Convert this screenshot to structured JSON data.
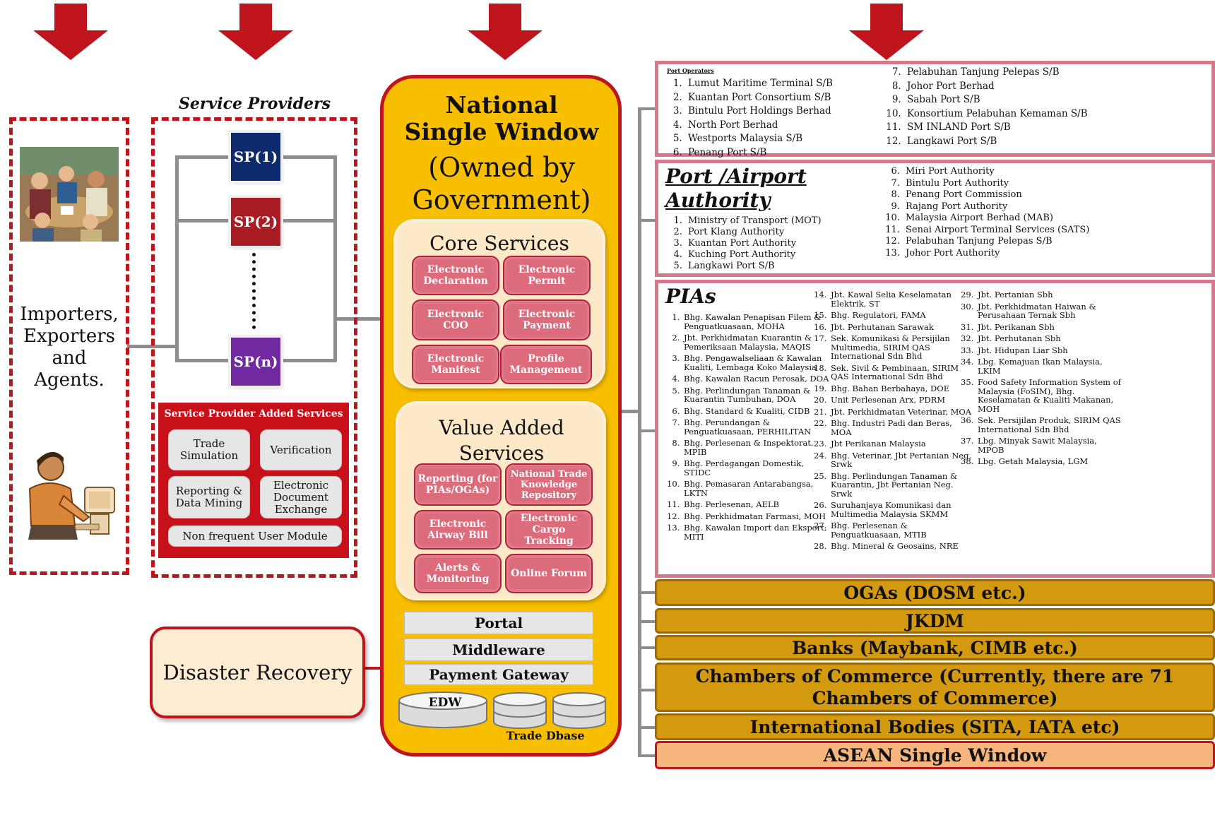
{
  "service_providers": {
    "title": "Service Providers",
    "sp1": "SP(1)",
    "sp2": "SP(2)",
    "spn": "SP(n)",
    "added_services": {
      "title": "Service Provider Added Services",
      "items": [
        "Trade Simulation",
        "Verification",
        "Reporting & Data Mining",
        "Electronic Document Exchange"
      ],
      "bottom": "Non frequent User Module"
    }
  },
  "importers": {
    "label": "Importers, Exporters and Agents."
  },
  "disaster_recovery": "Disaster Recovery",
  "nsw": {
    "title": "National Single Window",
    "subtitle": "(Owned by Government)",
    "core": {
      "title": "Core Services",
      "items": [
        "Electronic Declaration",
        "Electronic Permit",
        "Electronic COO",
        "Electronic Payment",
        "Electronic Manifest",
        "Profile Management"
      ]
    },
    "vas": {
      "title": "Value Added Services",
      "items": [
        "Reporting (for PIAs/OGAs)",
        "National Trade Knowledge Repository",
        "Electronic Airway Bill",
        "Electronic Cargo Tracking",
        "Alerts & Monitoring",
        "Online Forum"
      ]
    },
    "layers": [
      "Portal",
      "Middleware",
      "Payment Gateway"
    ],
    "edw": "EDW",
    "trade_dbase": "Trade Dbase"
  },
  "port_operators": {
    "title": "Port Operators",
    "col1": [
      "Lumut Maritime Terminal S/B",
      "Kuantan Port Consortium S/B",
      "Bintulu Port Holdings Berhad",
      "North Port Berhad",
      "Westports Malaysia S/B",
      "Penang Port S/B"
    ],
    "col2": [
      "Pelabuhan Tanjung Pelepas S/B",
      "Johor Port Berhad",
      "Sabah Port S/B",
      "Konsortium Pelabuhan Kemaman S/B",
      "SM INLAND Port S/B",
      "Langkawi Port S/B"
    ]
  },
  "port_authority": {
    "title": "Port /Airport Authority",
    "col1": [
      "Ministry of Transport (MOT)",
      "Port Klang Authority",
      "Kuantan Port Authority",
      "Kuching Port Authority",
      "Langkawi Port S/B"
    ],
    "col2": [
      "Miri Port Authority",
      "Bintulu Port Authority",
      "Penang Port Commission",
      "Rajang Port Authority",
      "Malaysia Airport Berhad (MAB)",
      "Senai Airport Terminal Services (SATS)",
      "Pelabuhan Tanjung Pelepas S/B",
      "Johor Port Authority"
    ]
  },
  "pias": {
    "title": "PIAs",
    "col1": [
      "Bhg. Kawalan Penapisan Filem & Penguatkuasaan, MOHA",
      "Jbt. Perkhidmatan Kuarantin & Pemeriksaan Malaysia, MAQIS",
      "Bhg. Pengawalseliaan & Kawalan Kualiti, Lembaga Koko Malaysia",
      "Bhg. Kawalan Racun Perosak, DOA",
      "Bhg. Perlindungan Tanaman & Kuarantin Tumbuhan, DOA",
      "Bhg. Standard & Kualiti, CIDB",
      "Bhg. Perundangan & Penguatkuasaan, PERHILITAN",
      "Bhg. Perlesenan & Inspektorat, MPIB",
      "Bhg. Perdagangan Domestik, STIDC",
      "Bhg. Pemasaran Antarabangsa, LKTN",
      "Bhg. Perlesenan, AELB",
      "Bhg. Perkhidmatan Farmasi, MOH",
      "Bhg. Kawalan Import dan Eksport, MITI"
    ],
    "col2": [
      "Jbt. Kawal Selia Keselamatan Elektrik, ST",
      "Bhg. Regulatori, FAMA",
      "Jbt. Perhutanan Sarawak",
      "Sek. Komunikasi & Persijilan Multimedia, SIRIM QAS International Sdn Bhd",
      "Sek. Sivil & Pembinaan, SIRIM QAS International Sdn Bhd",
      "Bhg. Bahan Berbahaya, DOE",
      "Unit Perlesenan Arx, PDRM",
      "Jbt. Perkhidmatan Veterinar, MOA",
      "Bhg. Industri Padi dan Beras, MOA",
      "Jbt Perikanan Malaysia",
      "Bhg. Veterinar, Jbt Pertanian Neg. Srwk",
      "Bhg. Perlindungan Tanaman & Kuarantin, Jbt Pertanian Neg. Srwk",
      "Suruhanjaya Komunikasi dan Multimedia Malaysia SKMM",
      "Bhg. Perlesenan & Penguatkuasaan, MTIB",
      "Bhg. Mineral & Geosains, NRE"
    ],
    "col3": [
      "Jbt. Pertanian Sbh",
      "Jbt. Perkhidmatan Haiwan & Perusahaan Ternak Sbh",
      "Jbt. Perikanan Sbh",
      "Jbt. Perhutanan Sbh",
      "Jbt. Hidupan Liar Sbh",
      "Lbg. Kemajuan Ikan Malaysia, LKIM",
      "Food Safety Information System of Malaysia (FoSIM), Bhg. Keselamatan & Kualiti Makanan, MOH",
      "Sek. Persijilan Produk, SIRIM QAS International Sdn Bhd",
      "Lbg. Minyak Sawit Malaysia, MPOB",
      "Lbg. Getah Malaysia, LGM"
    ]
  },
  "right_bars": {
    "ogas": "OGAs (DOSM etc.)",
    "jkdm": "JKDM",
    "banks": "Banks (Maybank, CIMB etc.)",
    "chambers": "Chambers of Commerce (Currently, there are 71 Chambers of Commerce)",
    "intl": "International Bodies (SITA, IATA etc)",
    "asean": "ASEAN Single Window"
  },
  "colors": {
    "dashed_red": "#c0141c",
    "nsw_gold": "#f8be00",
    "core_pink": "#dc6b7c",
    "bar_gold": "#d39a10",
    "sp1": "#0d2a6c",
    "sp2": "#a81c24",
    "spn": "#7029a0"
  },
  "icons": [
    "down-arrow-icon",
    "meeting-clipart-icon",
    "computer-user-clipart-icon",
    "database-icon"
  ]
}
